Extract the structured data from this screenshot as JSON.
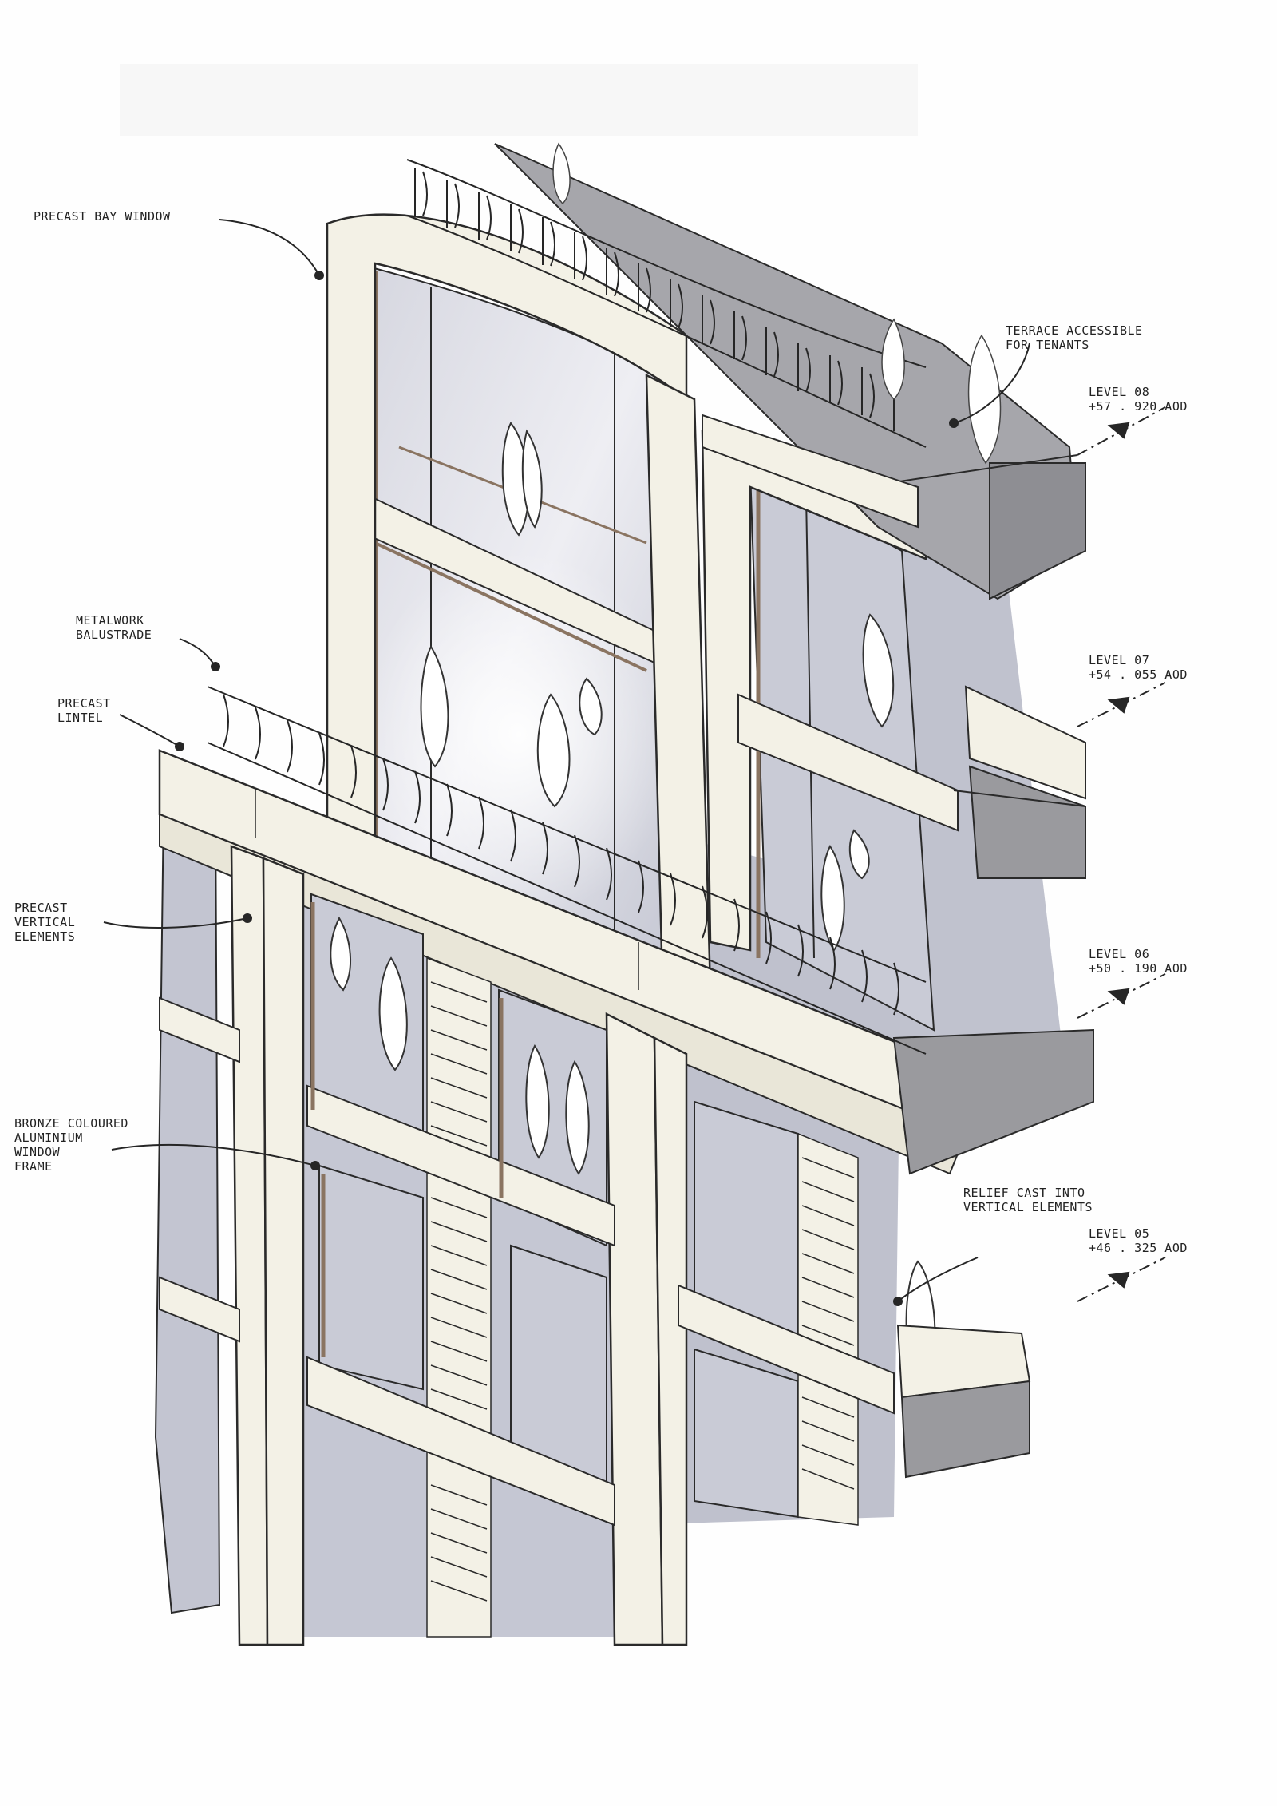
{
  "colors": {
    "paper": "#fefefe",
    "precast": "#f3f1e6",
    "glass": "#c9cbd6",
    "glass_light": "#e2e3ea",
    "shadow": "#b9bbc8",
    "bronze": "#8a7461",
    "ink": "#262626",
    "slab_grey": "#9a9a9e"
  },
  "annotations": [
    {
      "id": "precast-bay-window",
      "lines": [
        "PRECAST BAY WINDOW"
      ]
    },
    {
      "id": "terrace",
      "lines": [
        "TERRACE ACCESSIBLE",
        "FOR TENANTS"
      ]
    },
    {
      "id": "metalwork",
      "lines": [
        "METALWORK",
        "BALUSTRADE"
      ]
    },
    {
      "id": "lintel",
      "lines": [
        "PRECAST",
        "LINTEL"
      ]
    },
    {
      "id": "vertical",
      "lines": [
        "PRECAST",
        "VERTICAL",
        "ELEMENTS"
      ]
    },
    {
      "id": "bronze",
      "lines": [
        "BRONZE COLOURED",
        "ALUMINIUM",
        "WINDOW",
        "FRAME"
      ]
    },
    {
      "id": "relief",
      "lines": [
        "RELIEF CAST INTO",
        "VERTICAL ELEMENTS"
      ]
    }
  ],
  "levels": [
    {
      "name": "LEVEL 08",
      "value": "+57 . 920 AOD"
    },
    {
      "name": "LEVEL 07",
      "value": "+54 . 055 AOD"
    },
    {
      "name": "LEVEL 06",
      "value": "+50 . 190 AOD"
    },
    {
      "name": "LEVEL 05",
      "value": "+46 . 325 AOD"
    }
  ]
}
